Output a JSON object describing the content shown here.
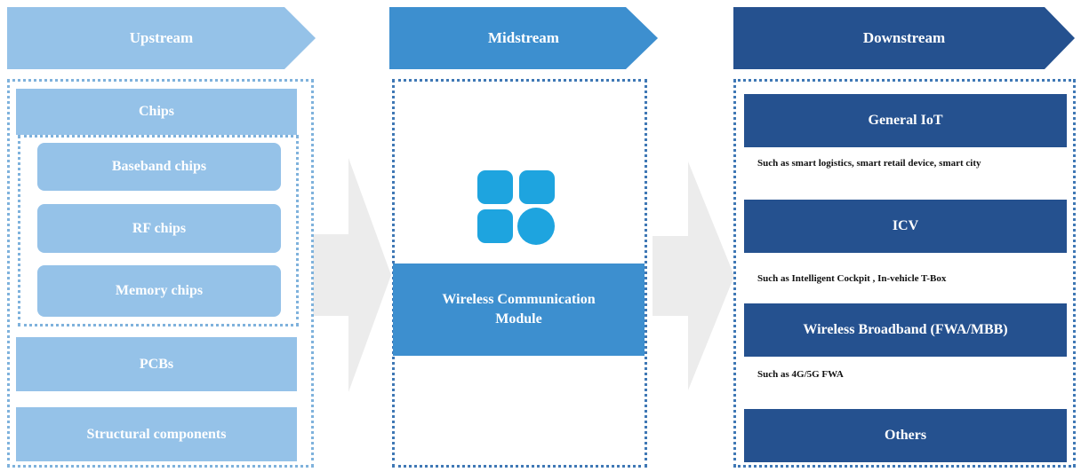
{
  "headers": {
    "upstream": "Upstream",
    "midstream": "Midstream",
    "downstream": "Downstream"
  },
  "upstream": {
    "chips_title": "Chips",
    "chips": [
      "Baseband chips",
      "RF chips",
      "Memory chips"
    ],
    "pcbs": "PCBs",
    "structural": "Structural components"
  },
  "midstream": {
    "icon": "app-grid-icon",
    "module_label": "Wireless Communication Module"
  },
  "downstream": {
    "items": [
      {
        "title": "General IoT",
        "note": "Such as smart logistics, smart retail device, smart city"
      },
      {
        "title": "ICV",
        "note": "Such as Intelligent Cockpit , In-vehicle T-Box"
      },
      {
        "title": "Wireless Broadband (FWA/MBB)",
        "note": "Such as 4G/5G FWA"
      },
      {
        "title": "Others",
        "note": ""
      }
    ]
  },
  "colors": {
    "upstream": "#95c2e8",
    "midstream": "#3d8fcf",
    "downstream": "#25518f",
    "icon": "#1ea4df",
    "flow_arrow": "#ececec"
  }
}
